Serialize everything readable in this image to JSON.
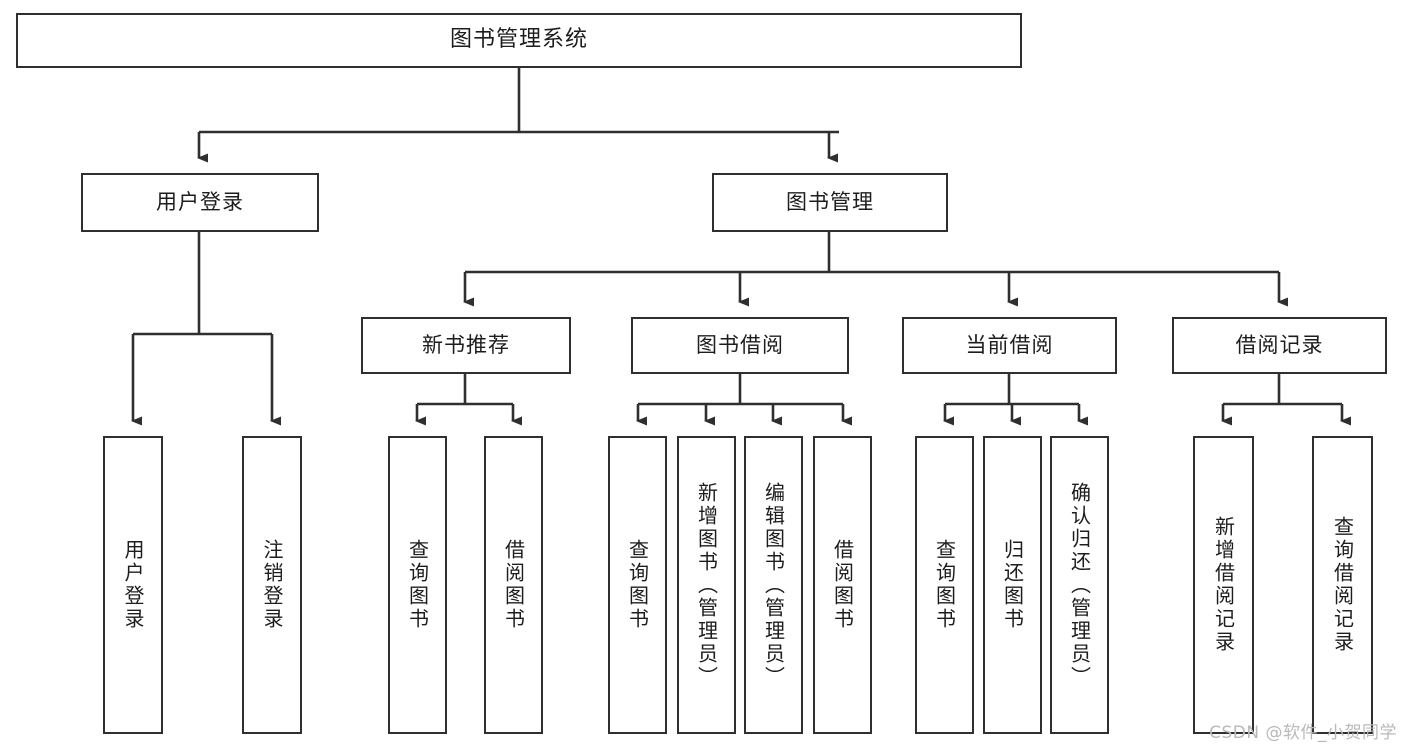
{
  "diagram": {
    "type": "tree-hierarchy",
    "title": "图书管理系统",
    "watermark": "CSDN @软件_小贺同学",
    "colors": {
      "box_border": "#2f2f2f",
      "box_fill": "#ffffff",
      "connector": "#2f2f2f",
      "text": "#1d1d1d",
      "watermark": "#b9b9b9",
      "canvas": "#ffffff"
    },
    "root": {
      "id": "root",
      "label": "图书管理系统"
    },
    "level2": [
      {
        "id": "user-login",
        "label": "用户登录"
      },
      {
        "id": "book-management",
        "label": "图书管理"
      }
    ],
    "level3": [
      {
        "id": "new-book-recommend",
        "label": "新书推荐",
        "parent": "book-management"
      },
      {
        "id": "book-borrow",
        "label": "图书借阅",
        "parent": "book-management"
      },
      {
        "id": "current-borrow",
        "label": "当前借阅",
        "parent": "book-management"
      },
      {
        "id": "borrow-record",
        "label": "借阅记录",
        "parent": "book-management"
      }
    ],
    "leaves": {
      "user-login": [
        {
          "id": "leaf-user-login",
          "label": "用户登录"
        },
        {
          "id": "leaf-user-logout",
          "label": "注销登录"
        }
      ],
      "new-book-recommend": [
        {
          "id": "leaf-query-book-1",
          "label": "查询图书"
        },
        {
          "id": "leaf-borrow-book-1",
          "label": "借阅图书"
        }
      ],
      "book-borrow": [
        {
          "id": "leaf-query-book-2",
          "label": "查询图书"
        },
        {
          "id": "leaf-add-book",
          "label": "新增图书（管理员）"
        },
        {
          "id": "leaf-edit-book",
          "label": "编辑图书（管理员）"
        },
        {
          "id": "leaf-borrow-book-2",
          "label": "借阅图书"
        }
      ],
      "current-borrow": [
        {
          "id": "leaf-query-book-3",
          "label": "查询图书"
        },
        {
          "id": "leaf-return-book",
          "label": "归还图书"
        },
        {
          "id": "leaf-confirm-return",
          "label": "确认归还（管理员）"
        }
      ],
      "borrow-record": [
        {
          "id": "leaf-add-record",
          "label": "新增借阅记录"
        },
        {
          "id": "leaf-query-record",
          "label": "查询借阅记录"
        }
      ]
    }
  }
}
